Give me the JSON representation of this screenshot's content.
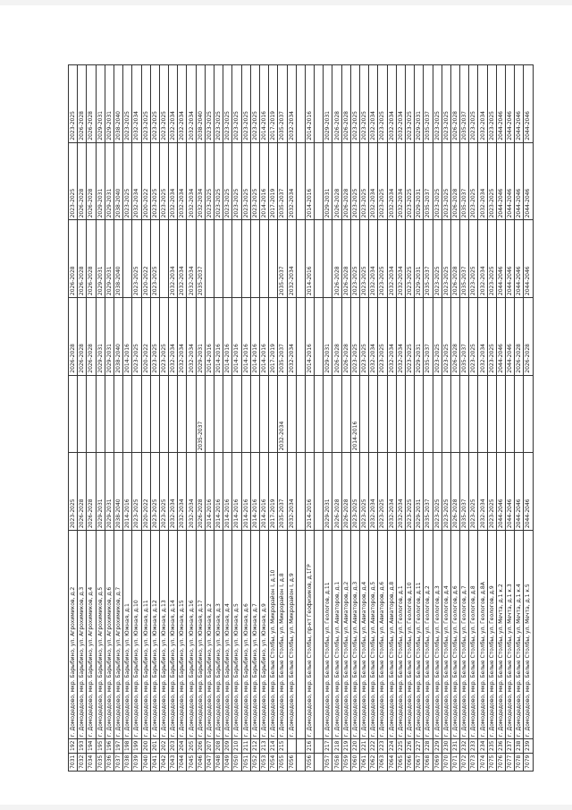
{
  "table": {
    "rows": [
      {
        "id": "7031",
        "no": "192",
        "addr": "г. Домодедово, мкр. Барыбино, ул. Агрохимиков, д.2",
        "p1": "2023-2025",
        "p2": "",
        "p3": "2026-2028",
        "p4": "2026-2028",
        "p5": "2023-2025",
        "p6": "2023-2025"
      },
      {
        "id": "7032",
        "no": "193",
        "addr": "г. Домодедово, мкр. Барыбино, ул. Агрохимиков, д.3",
        "p1": "2026-2028",
        "p2": "",
        "p3": "2026-2028",
        "p4": "2026-2028",
        "p5": "2026-2028",
        "p6": "2026-2028"
      },
      {
        "id": "7034",
        "no": "194",
        "addr": "г. Домодедово, мкр. Барыбино, ул. Агрохимиков, д.4",
        "p1": "2026-2028",
        "p2": "",
        "p3": "2026-2028",
        "p4": "2026-2028",
        "p5": "2026-2028",
        "p6": "2026-2028"
      },
      {
        "id": "7035",
        "no": "195",
        "addr": "г. Домодедово, мкр. Барыбино, ул. Агрохимиков, д.5",
        "p1": "2029-2031",
        "p2": "",
        "p3": "2029-2031",
        "p4": "2029-2031",
        "p5": "2029-2031",
        "p6": "2029-2031"
      },
      {
        "id": "7036",
        "no": "196",
        "addr": "г. Домодедово, мкр. Барыбино, ул. Агрохимиков, д.6",
        "p1": "2029-2031",
        "p2": "",
        "p3": "2029-2031",
        "p4": "2029-2031",
        "p5": "2029-2031",
        "p6": "2029-2031"
      },
      {
        "id": "7037",
        "no": "197",
        "addr": "г. Домодедово, мкр. Барыбино, ул. Агрохимиков, д.7",
        "p1": "2038-2040",
        "p2": "",
        "p3": "2038-2040",
        "p4": "2038-2040",
        "p5": "2038-2040",
        "p6": "2038-2040"
      },
      {
        "id": "7038",
        "no": "198",
        "addr": "г. Домодедово, мкр. Барыбино, ул. Южная, д.1",
        "p1": "2014-2016",
        "p2": "",
        "p3": "2014-2016",
        "p4": "",
        "p5": "2023-2025",
        "p6": "2023-2025"
      },
      {
        "id": "7039",
        "no": "199",
        "addr": "г. Домодедово, мкр. Барыбино, ул. Южная, д.10",
        "p1": "2023-2025",
        "p2": "",
        "p3": "2023-2025",
        "p4": "2023-2025",
        "p5": "2032-2034",
        "p6": "2032-2034"
      },
      {
        "id": "7040",
        "no": "200",
        "addr": "г. Домодедово, мкр. Барыбино, ул. Южная, д.11",
        "p1": "2020-2022",
        "p2": "",
        "p3": "2020-2022",
        "p4": "2020-2022",
        "p5": "2020-2022",
        "p6": "2023-2025"
      },
      {
        "id": "7041",
        "no": "201",
        "addr": "г. Домодедово, мкр. Барыбино, ул. Южная, д.12",
        "p1": "2023-2025",
        "p2": "",
        "p3": "2023-2025",
        "p4": "2023-2025",
        "p5": "2023-2025",
        "p6": "2023-2025"
      },
      {
        "id": "7042",
        "no": "202",
        "addr": "г. Домодедово, мкр. Барыбино, ул. Южная, д.13",
        "p1": "2023-2025",
        "p2": "",
        "p3": "2023-2025",
        "p4": "",
        "p5": "2023-2025",
        "p6": "2023-2025"
      },
      {
        "id": "7043",
        "no": "203",
        "addr": "г. Домодедово, мкр. Барыбино, ул. Южная, д.14",
        "p1": "2032-2034",
        "p2": "",
        "p3": "2032-2034",
        "p4": "2032-2034",
        "p5": "2032-2034",
        "p6": "2032-2034"
      },
      {
        "id": "7044",
        "no": "204",
        "addr": "г. Домодедово, мкр. Барыбино, ул. Южная, д.15",
        "p1": "2032-2034",
        "p2": "",
        "p3": "2032-2034",
        "p4": "2032-2034",
        "p5": "2032-2034",
        "p6": "2032-2034"
      },
      {
        "id": "7045",
        "no": "205",
        "addr": "г. Домодедово, мкр. Барыбино, ул. Южная, д.16",
        "p1": "2032-2034",
        "p2": "",
        "p3": "2032-2034",
        "p4": "2032-2034",
        "p5": "2032-2034",
        "p6": "2032-2034"
      },
      {
        "id": "7046",
        "no": "206",
        "addr": "г. Домодедово, мкр. Барыбино, ул. Южная, д.17",
        "p1": "2026-2028",
        "p2": "2035-2037",
        "p3": "2029-2031",
        "p4": "2035-2037",
        "p5": "2032-2034",
        "p6": "2038-2040"
      },
      {
        "id": "7047",
        "no": "207",
        "addr": "г. Домодедово, мкр. Барыбино, ул. Южная, д.2",
        "p1": "2014-2016",
        "p2": "",
        "p3": "2014-2016",
        "p4": "",
        "p5": "2023-2025",
        "p6": "2023-2025"
      },
      {
        "id": "7048",
        "no": "208",
        "addr": "г. Домодедово, мкр. Барыбино, ул. Южная, д.3",
        "p1": "2014-2016",
        "p2": "",
        "p3": "2014-2016",
        "p4": "",
        "p5": "2023-2025",
        "p6": "2023-2025"
      },
      {
        "id": "7049",
        "no": "209",
        "addr": "г. Домодедово, мкр. Барыбино, ул. Южная, д.4",
        "p1": "2014-2016",
        "p2": "",
        "p3": "2014-2016",
        "p4": "",
        "p5": "2023-2025",
        "p6": "2023-2025"
      },
      {
        "id": "7050",
        "no": "210",
        "addr": "г. Домодедово, мкр. Барыбино, ул. Южная, д.5",
        "p1": "2014-2016",
        "p2": "",
        "p3": "2014-2016",
        "p4": "",
        "p5": "2023-2025",
        "p6": "2023-2025"
      },
      {
        "id": "7051",
        "no": "211",
        "addr": "г. Домодедово, мкр. Барыбино, ул. Южная, д.6",
        "p1": "2014-2016",
        "p2": "",
        "p3": "2014-2016",
        "p4": "",
        "p5": "2023-2025",
        "p6": "2023-2025"
      },
      {
        "id": "7052",
        "no": "212",
        "addr": "г. Домодедово, мкр. Барыбино, ул. Южная, д.7",
        "p1": "2014-2016",
        "p2": "",
        "p3": "2014-2016",
        "p4": "",
        "p5": "2023-2025",
        "p6": "2023-2025"
      },
      {
        "id": "7053",
        "no": "213",
        "addr": "г. Домодедово, мкр. Барыбино, ул. Южная, д.9",
        "p1": "2014-2016",
        "p2": "",
        "p3": "2014-2016",
        "p4": "",
        "p5": "2014-2016",
        "p6": "2014-2016"
      },
      {
        "id": "7054",
        "no": "214",
        "addr": "г. Домодедово, мкр. Белые Столбы, ул. Микрорайон I, д.10",
        "p1": "2017-2019",
        "p2": "",
        "p3": "2017-2019",
        "p4": "",
        "p5": "2017-2019",
        "p6": "2017-2019"
      },
      {
        "id": "7055",
        "no": "215",
        "addr": "г. Домодедово, мкр. Белые Столбы, ул. Микрорайон I, д.8",
        "p1": "2035-2037",
        "p2": "2032-2034",
        "p3": "2035-2037",
        "p4": "2035-2037",
        "p5": "2035-2037",
        "p6": "2035-2037"
      },
      {
        "id": "7056",
        "no": "",
        "addr": "г. Домодедово, мкр. Белые Столбы, ул. Микрорайон I, д.9",
        "p1": "2032-2034",
        "p2": "",
        "p3": "2032-2034",
        "p4": "2032-2034",
        "p5": "2032-2034",
        "p6": "2032-2034"
      },
      {
        "id": "",
        "no": "",
        "addr": "",
        "p1": "",
        "p2": "",
        "p3": "",
        "p4": "",
        "p5": "",
        "p6": ""
      },
      {
        "id": "7056",
        "no": "216",
        "addr": "г. Домодедово, мкр. Белые Столбы, пр-кт Геофизиков, д.1ГР",
        "p1": "2014-2016",
        "p2": "",
        "p3": "2014-2016",
        "p4": "2014-2016",
        "p5": "2014-2016",
        "p6": "2014-2016"
      },
      {
        "id": "",
        "no": "",
        "addr": "",
        "p1": "",
        "p2": "",
        "p3": "",
        "p4": "",
        "p5": "",
        "p6": ""
      },
      {
        "id": "7057",
        "no": "217",
        "addr": "г. Домодедово, мкр. Белые Столбы, ул. Геологов, д.11",
        "p1": "2029-2031",
        "p2": "",
        "p3": "2029-2031",
        "p4": "",
        "p5": "2029-2031",
        "p6": "2029-2031"
      },
      {
        "id": "7058",
        "no": "218",
        "addr": "г. Домодедово, мкр. Белые Столбы, ул. Авиаторов, д.1",
        "p1": "2026-2028",
        "p2": "",
        "p3": "2026-2028",
        "p4": "2026-2028",
        "p5": "2026-2028",
        "p6": "2026-2028"
      },
      {
        "id": "7059",
        "no": "219",
        "addr": "г. Домодедово, мкр. Белые Столбы, ул. Авиаторов, д.2",
        "p1": "2026-2028",
        "p2": "",
        "p3": "2026-2028",
        "p4": "2026-2028",
        "p5": "2026-2028",
        "p6": "2026-2028"
      },
      {
        "id": "7060",
        "no": "220",
        "addr": "г. Домодедово, мкр. Белые Столбы, ул. Авиаторов, д.3",
        "p1": "2023-2025",
        "p2": "2014-2016",
        "p3": "2023-2025",
        "p4": "2023-2025",
        "p5": "2023-2025",
        "p6": "2023-2025"
      },
      {
        "id": "7061",
        "no": "221",
        "addr": "г. Домодедово, мкр. Белые Столбы, ул. Авиаторов, д.4",
        "p1": "2023-2025",
        "p2": "",
        "p3": "2023-2025",
        "p4": "2023-2025",
        "p5": "2023-2025",
        "p6": "2023-2025"
      },
      {
        "id": "7062",
        "no": "222",
        "addr": "г. Домодедово, мкр. Белые Столбы, ул. Авиаторов, д.5",
        "p1": "2032-2034",
        "p2": "",
        "p3": "2032-2034",
        "p4": "2032-2034",
        "p5": "2032-2034",
        "p6": "2032-2034"
      },
      {
        "id": "7063",
        "no": "223",
        "addr": "г. Домодедово, мкр. Белые Столбы, ул. Авиаторов, д.6",
        "p1": "2023-2025",
        "p2": "",
        "p3": "2023-2025",
        "p4": "2023-2025",
        "p5": "2023-2025",
        "p6": "2023-2025"
      },
      {
        "id": "7064",
        "no": "224",
        "addr": "г. Домодедово, мкр. Белые Столбы, ул. Авиаторов, д.8",
        "p1": "2032-2034",
        "p2": "",
        "p3": "2032-2034",
        "p4": "2032-2034",
        "p5": "2032-2034",
        "p6": "2032-2034"
      },
      {
        "id": "7065",
        "no": "225",
        "addr": "г. Домодедово, мкр. Белые Столбы, ул. Геологов, д.1",
        "p1": "2032-2034",
        "p2": "",
        "p3": "2032-2034",
        "p4": "2032-2034",
        "p5": "2032-2034",
        "p6": "2032-2034"
      },
      {
        "id": "7066",
        "no": "226",
        "addr": "г. Домодедово, мкр. Белые Столбы, ул. Геологов, д.10",
        "p1": "2023-2025",
        "p2": "",
        "p3": "2023-2025",
        "p4": "2023-2025",
        "p5": "2023-2025",
        "p6": "2023-2025"
      },
      {
        "id": "7067",
        "no": "227",
        "addr": "г. Домодедово, мкр. Белые Столбы, ул. Геологов, д.11",
        "p1": "2029-2031",
        "p2": "",
        "p3": "2029-2031",
        "p4": "2029-2031",
        "p5": "2029-2031",
        "p6": "2029-2031"
      },
      {
        "id": "7068",
        "no": "228",
        "addr": "г. Домодедово, мкр. Белые Столбы, ул. Геологов, д.2",
        "p1": "2035-2037",
        "p2": "",
        "p3": "2035-2037",
        "p4": "2035-2037",
        "p5": "2035-2037",
        "p6": "2035-2037"
      },
      {
        "id": "7069",
        "no": "229",
        "addr": "г. Домодедово, мкр. Белые Столбы, ул. Геологов, д.3",
        "p1": "2023-2025",
        "p2": "",
        "p3": "2023-2025",
        "p4": "2023-2025",
        "p5": "2023-2025",
        "p6": "2023-2025"
      },
      {
        "id": "7070",
        "no": "230",
        "addr": "г. Домодедово, мкр. Белые Столбы, ул. Геологов, д.4",
        "p1": "2023-2025",
        "p2": "",
        "p3": "2023-2025",
        "p4": "2023-2025",
        "p5": "2023-2025",
        "p6": "2023-2025"
      },
      {
        "id": "7071",
        "no": "231",
        "addr": "г. Домодедово, мкр. Белые Столбы, ул. Геологов, д.6",
        "p1": "2026-2028",
        "p2": "",
        "p3": "2026-2028",
        "p4": "2026-2028",
        "p5": "2026-2028",
        "p6": "2026-2028"
      },
      {
        "id": "7072",
        "no": "232",
        "addr": "г. Домодедово, мкр. Белые Столбы, ул. Геологов, д.7",
        "p1": "2035-2037",
        "p2": "",
        "p3": "2035-2037",
        "p4": "2035-2037",
        "p5": "2035-2037",
        "p6": "2035-2037"
      },
      {
        "id": "7073",
        "no": "233",
        "addr": "г. Домодедово, мкр. Белые Столбы, ул. Геологов, д.8",
        "p1": "2023-2025",
        "p2": "",
        "p3": "2023-2025",
        "p4": "2023-2025",
        "p5": "2023-2025",
        "p6": "2023-2025"
      },
      {
        "id": "7074",
        "no": "234",
        "addr": "г. Домодедово, мкр. Белые Столбы, ул. Геологов, д.8А",
        "p1": "2032-2034",
        "p2": "",
        "p3": "2032-2034",
        "p4": "2032-2034",
        "p5": "2032-2034",
        "p6": "2032-2034"
      },
      {
        "id": "7075",
        "no": "235",
        "addr": "г. Домодедово, мкр. Белые Столбы, ул. Геологов, д.9",
        "p1": "2023-2025",
        "p2": "",
        "p3": "2023-2025",
        "p4": "2023-2025",
        "p5": "2023-2025",
        "p6": "2023-2025"
      },
      {
        "id": "7076",
        "no": "236",
        "addr": "г. Домодедово, мкр. Белые Столбы, ул. Мечта, д.1 к.2",
        "p1": "2044-2046",
        "p2": "",
        "p3": "2044-2046",
        "p4": "2044-2046",
        "p5": "2044-2046",
        "p6": "2044-2046"
      },
      {
        "id": "7077",
        "no": "237",
        "addr": "г. Домодедово, мкр. Белые Столбы, ул. Мечта, д.1 к.3",
        "p1": "2044-2046",
        "p2": "",
        "p3": "2044-2046",
        "p4": "2044-2046",
        "p5": "2044-2046",
        "p6": "2044-2046"
      },
      {
        "id": "7078",
        "no": "238",
        "addr": "г. Домодедово, мкр. Белые Столбы, ул. Мечта, д.1 к.4",
        "p1": "2044-2046",
        "p2": "",
        "p3": "2026-2028",
        "p4": "2044-2046",
        "p5": "2044-2046",
        "p6": "2044-2046"
      },
      {
        "id": "7079",
        "no": "239",
        "addr": "г. Домодедово, мкр. Белые Столбы, ул. Мечта, д.1 к.5",
        "p1": "2044-2046",
        "p2": "",
        "p3": "2026-2028",
        "p4": "2044-2046",
        "p5": "2044-2046",
        "p6": "2044-2046"
      }
    ]
  }
}
